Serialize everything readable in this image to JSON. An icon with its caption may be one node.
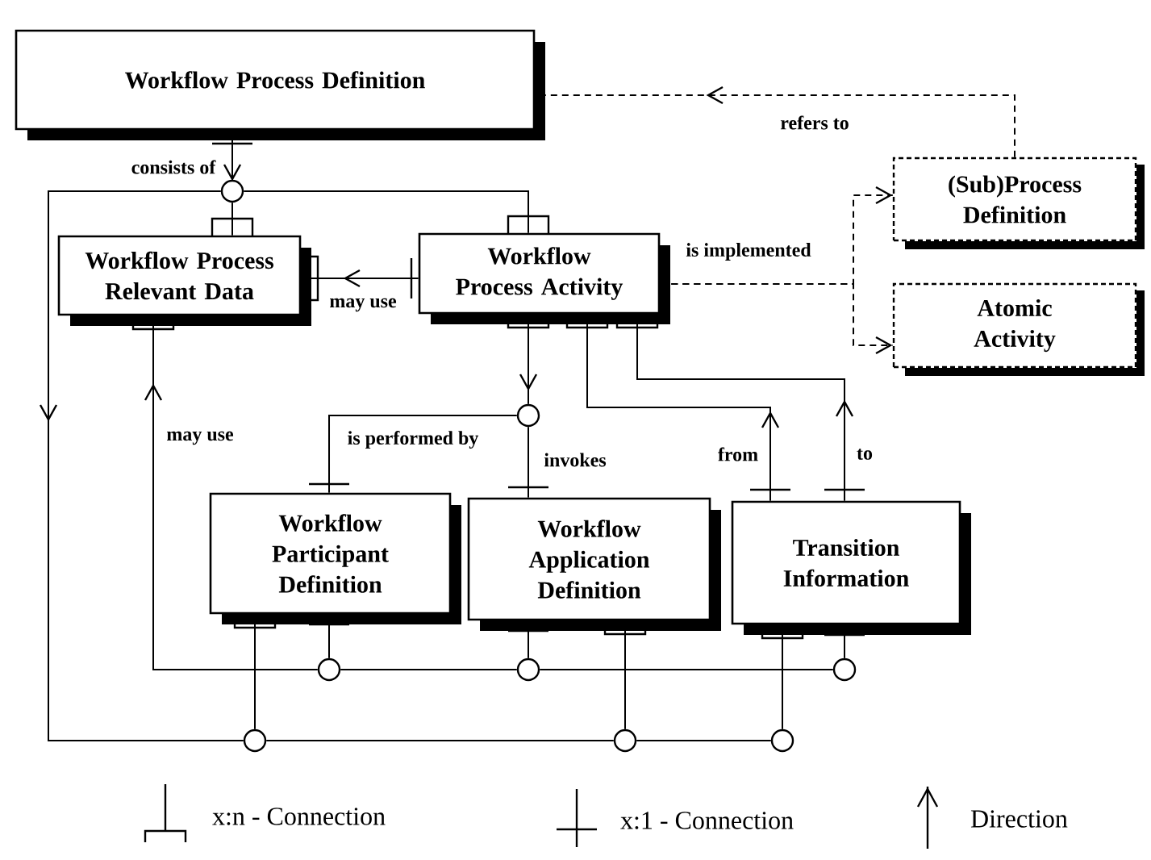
{
  "diagram": {
    "nodes": [
      {
        "text": [
          "Workflow Process Definition"
        ]
      },
      {
        "text": [
          "(Sub)Process Definition"
        ]
      },
      {
        "text": [
          "Workflow Process Relevant Data"
        ]
      },
      {
        "text": [
          "Workflow Process Activity"
        ]
      },
      {
        "text": [
          "Atomic Activity"
        ]
      },
      {
        "text": [
          "Workflow Participant Definition"
        ]
      },
      {
        "text": [
          "Workflow Application Definition"
        ]
      },
      {
        "text": [
          "Transition Information"
        ]
      },
      {
        "text": [],
        "shape": "circle"
      },
      {
        "text": [],
        "shape": "circle"
      },
      {
        "text": [],
        "shape": "circle"
      },
      {
        "text": [],
        "shape": "circle"
      },
      {
        "text": [],
        "shape": "circle"
      },
      {
        "text": [],
        "shape": "circle"
      },
      {
        "text": [],
        "shape": "circle"
      },
      {
        "text": [],
        "shape": "circle"
      }
    ],
    "edges": [
      {
        "from": 0,
        "to": 8,
        "arrow": "to",
        "label": "consists of"
      },
      {
        "from": 8,
        "to": 2,
        "arrow": "none"
      },
      {
        "from": 8,
        "to": 3,
        "arrow": "none"
      },
      {
        "from": 8,
        "to": 13,
        "arrow": "to"
      },
      {
        "from": 13,
        "to": 5,
        "arrow": "none"
      },
      {
        "from": 14,
        "to": 6,
        "arrow": "none"
      },
      {
        "from": 15,
        "to": 7,
        "arrow": "none"
      },
      {
        "from": 13,
        "to": 14,
        "arrow": "none"
      },
      {
        "from": 14,
        "to": 15,
        "arrow": "none"
      },
      {
        "from": 10,
        "to": 2,
        "arrow": "to",
        "label": "may use"
      },
      {
        "from": 10,
        "to": 5,
        "arrow": "none"
      },
      {
        "from": 11,
        "to": 6,
        "arrow": "none"
      },
      {
        "from": 12,
        "to": 7,
        "arrow": "none"
      },
      {
        "from": 10,
        "to": 11,
        "arrow": "none"
      },
      {
        "from": 11,
        "to": 12,
        "arrow": "none"
      },
      {
        "from": 3,
        "to": 2,
        "arrow": "to",
        "label": "may use"
      },
      {
        "from": 3,
        "to": 9,
        "arrow": "to"
      },
      {
        "from": 9,
        "to": 5,
        "arrow": "none",
        "label": "is performed by"
      },
      {
        "from": 9,
        "to": 6,
        "arrow": "none",
        "label": "invokes"
      },
      {
        "from": 7,
        "to": 3,
        "arrow": "to",
        "label": "from"
      },
      {
        "from": 7,
        "to": 3,
        "arrow": "to",
        "label": "to"
      },
      {
        "from": 1,
        "to": 0,
        "arrow": "to",
        "label": "refers to",
        "style": "dashed"
      },
      {
        "from": 3,
        "to": 1,
        "arrow": "to",
        "label": "is implemented",
        "style": "dashed"
      },
      {
        "from": 3,
        "to": 4,
        "arrow": "to",
        "style": "dashed"
      }
    ],
    "legend": [
      {
        "text": "x:n - Connection"
      },
      {
        "text": "x:1 - Connection"
      },
      {
        "text": "Direction"
      }
    ]
  }
}
